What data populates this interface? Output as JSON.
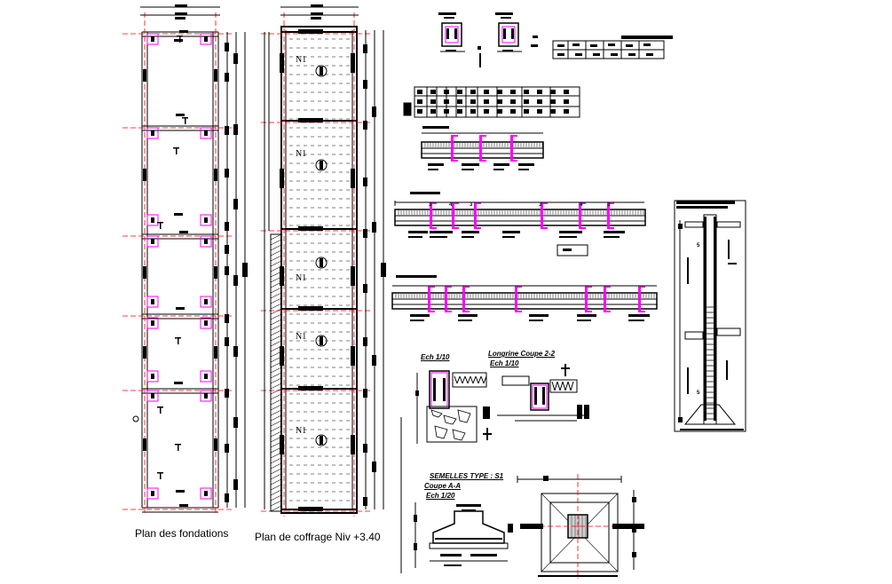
{
  "drawing": {
    "plan_foundations_title": "Plan des fondations",
    "plan_formwork_title": "Plan de coffrage Niv +3.40",
    "slab_tag": "N1",
    "scale_1_10_a": "Ech 1/10",
    "longrine_title": "Longrine Coupe 2-2",
    "scale_1_10_b": "Ech 1/10",
    "footing_type_title": "SEMELLES TYPE : S1",
    "section_aa": "Coupe  A-A",
    "scale_1_20": "Ech 1/20",
    "detail_mark": "5",
    "stair_marks": [
      "3",
      "4",
      "3",
      "3",
      "4",
      "3"
    ]
  },
  "colors": {
    "line": "#000000",
    "accent": "#ff00ff",
    "axis": "#ff0000",
    "background": "#ffffff"
  }
}
